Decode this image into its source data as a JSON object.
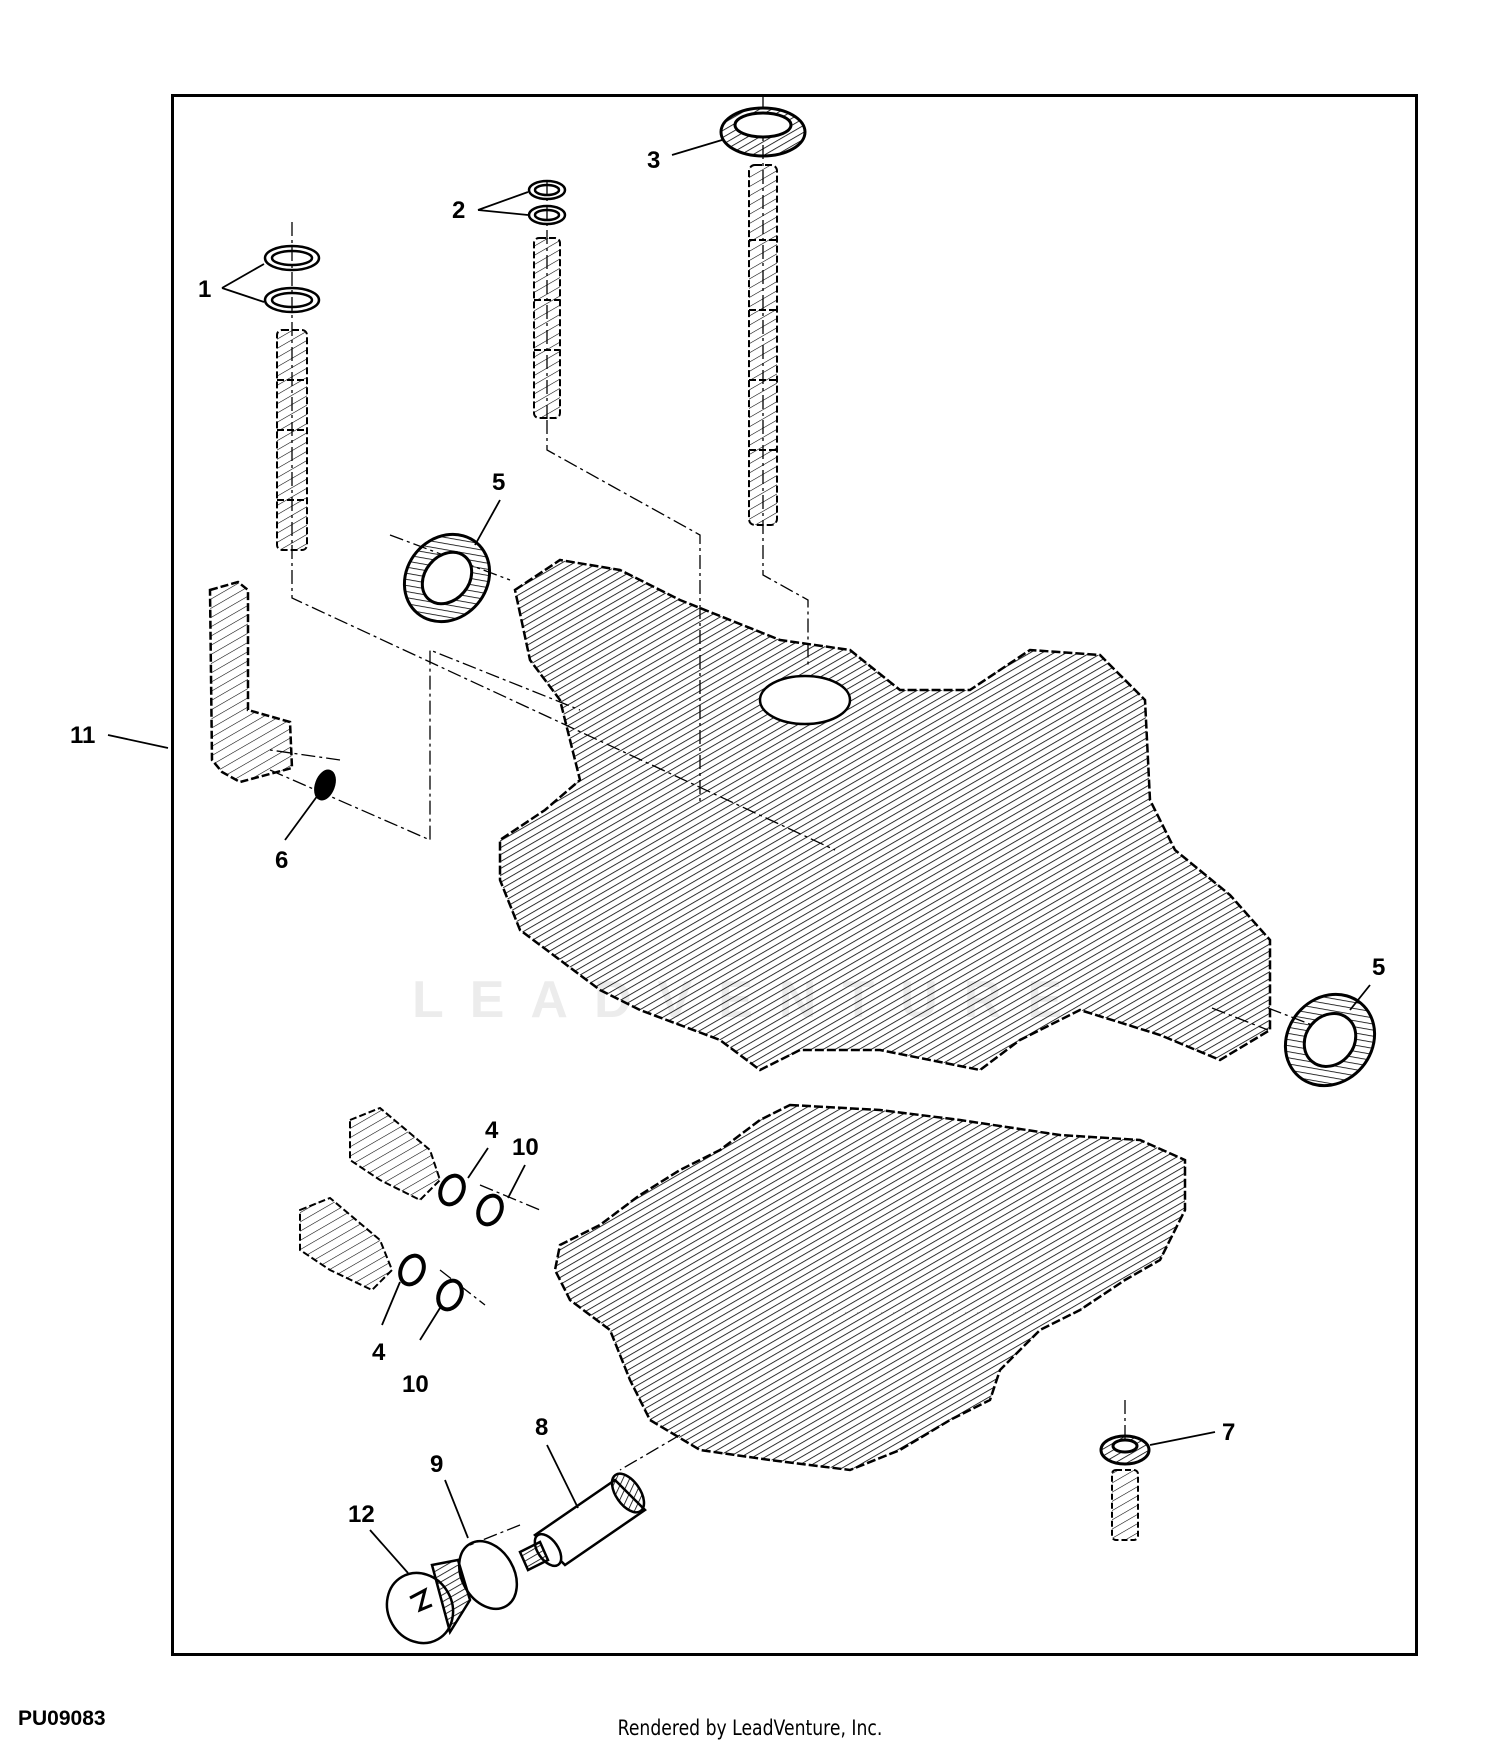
{
  "diagram": {
    "callouts": [
      {
        "id": "c1",
        "label": "1"
      },
      {
        "id": "c2",
        "label": "2"
      },
      {
        "id": "c3",
        "label": "3"
      },
      {
        "id": "c5a",
        "label": "5"
      },
      {
        "id": "c11",
        "label": "11"
      },
      {
        "id": "c6",
        "label": "6"
      },
      {
        "id": "c5b",
        "label": "5"
      },
      {
        "id": "c4a",
        "label": "4"
      },
      {
        "id": "c10a",
        "label": "10"
      },
      {
        "id": "c4b",
        "label": "4"
      },
      {
        "id": "c10b",
        "label": "10"
      },
      {
        "id": "c8",
        "label": "8"
      },
      {
        "id": "c9",
        "label": "9"
      },
      {
        "id": "c12",
        "label": "12"
      },
      {
        "id": "c7",
        "label": "7"
      }
    ],
    "watermark_text": "LEADVENTURE",
    "line_color": "#000000"
  },
  "footer": {
    "figure_id": "PU09083",
    "credit": "Rendered by LeadVenture, Inc."
  }
}
